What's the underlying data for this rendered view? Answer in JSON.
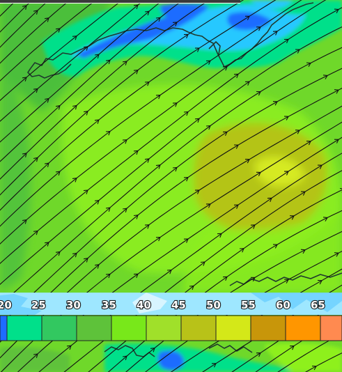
{
  "legend": {
    "labels": [
      "20",
      "25",
      "30",
      "35",
      "40",
      "45",
      "50",
      "55",
      "60",
      "65"
    ],
    "swatch_colors": [
      "#1e6cff",
      "#00e08a",
      "#32c860",
      "#5ec23a",
      "#78e81a",
      "#a0e02a",
      "#b8c218",
      "#d4e818",
      "#c8960a",
      "#ff9600",
      "#ff8a50"
    ]
  },
  "colors": {
    "sea_deep": "#1e6cff",
    "sea_mid": "#00b4ff",
    "cyan": "#28c8ff",
    "teal": "#00e08a",
    "green_dark": "#4cbf3a",
    "green": "#6fd82a",
    "lime": "#8ef01e",
    "olive": "#b4c418",
    "yellow": "#d6ea20",
    "coast": "#1f3a2e",
    "streamline": "#111111"
  },
  "icons": [
    "streamline-arrow-icon"
  ]
}
